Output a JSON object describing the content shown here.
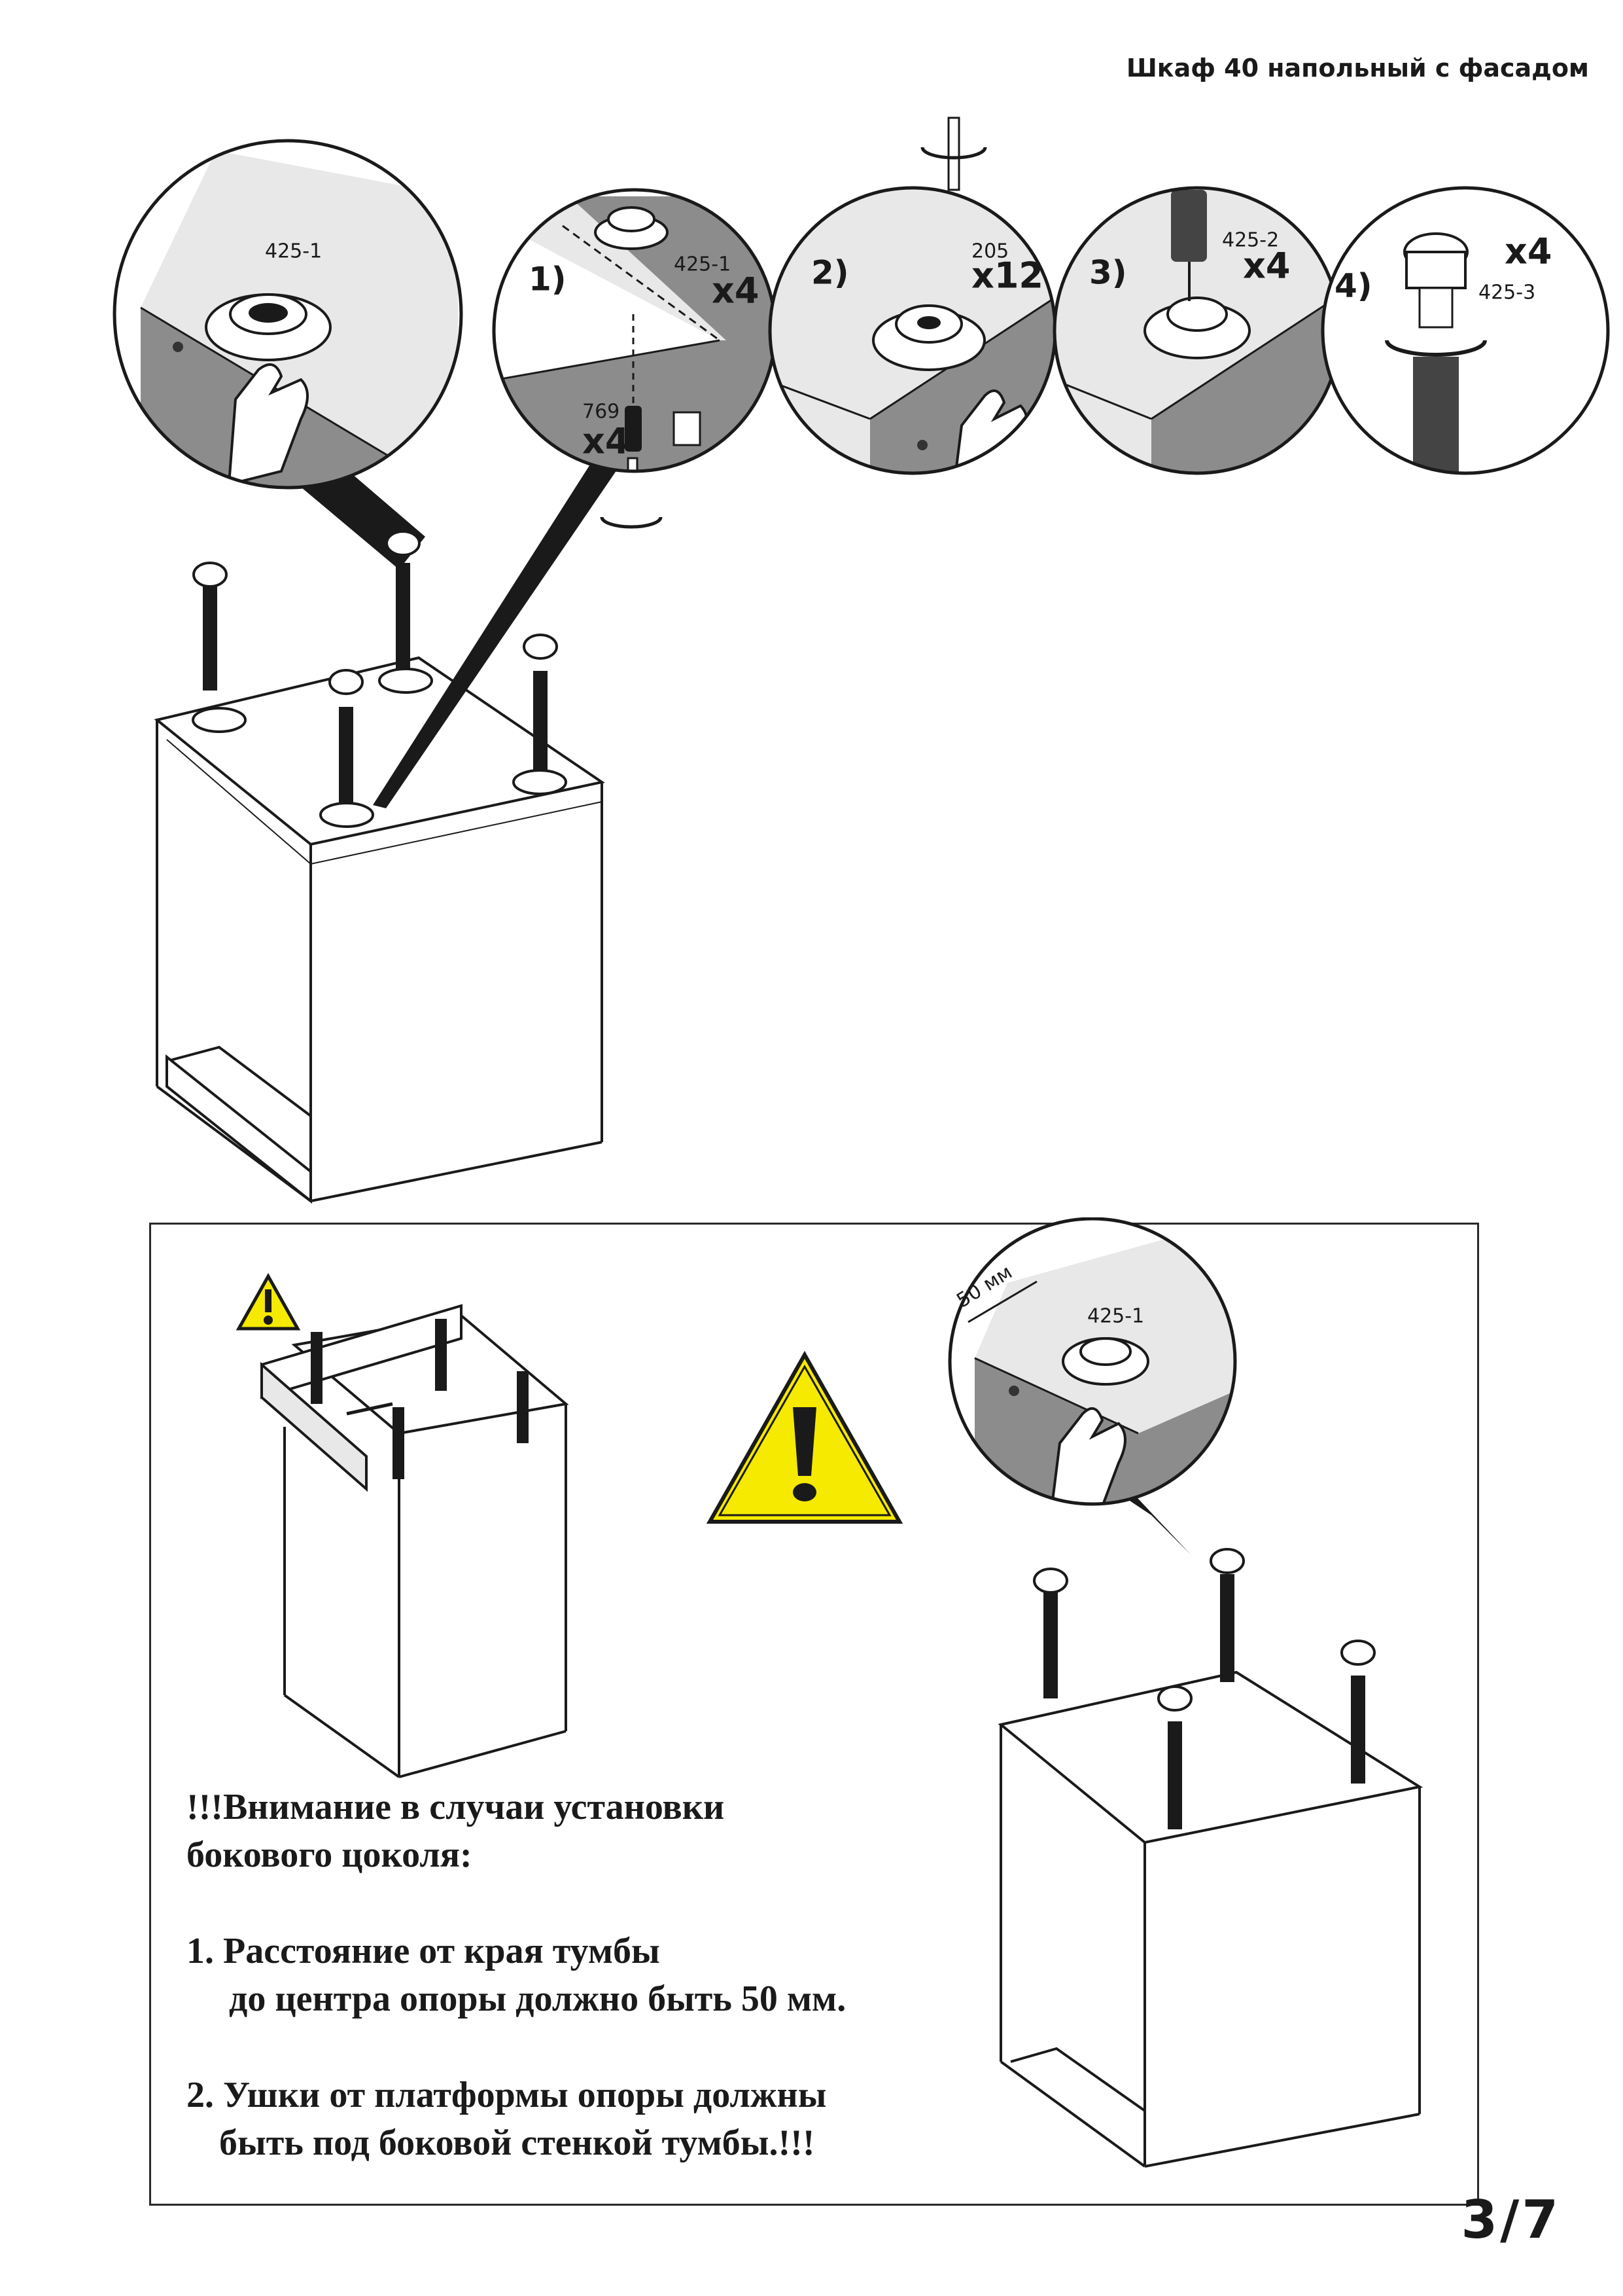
{
  "header": {
    "title": "Шкаф 40 напольный с фасадом"
  },
  "page_number": "3/7",
  "top_detail": {
    "part_label": "425-1"
  },
  "steps": [
    {
      "number": "1)",
      "part": "425-1",
      "qty": "x4"
    },
    {
      "number": "2)",
      "part": "205",
      "qty": "x12"
    },
    {
      "number": "3)",
      "part": "425-2",
      "qty": "x4"
    },
    {
      "number": "4)",
      "part": "425-3",
      "qty": "x4"
    }
  ],
  "step1_extra": {
    "part": "769",
    "qty": "x4"
  },
  "warning": {
    "heading_line1": "!!!Внимание в случаи установки",
    "heading_line2": "бокового цоколя:",
    "item1_line1": "1. Расстояние от края тумбы",
    "item1_line2": "до центра опоры должно быть 50 мм.",
    "item2_line1": "2. Ушки от платформы опоры должны",
    "item2_line2": "быть под боковой стенкой тумбы.!!!",
    "dimension_label": "50 мм",
    "detail_part_label": "425-1",
    "colors": {
      "warning_fill": "#f5ea00",
      "panel_gray": "#8c8c8c",
      "light_gray": "#e6e6e6"
    }
  }
}
